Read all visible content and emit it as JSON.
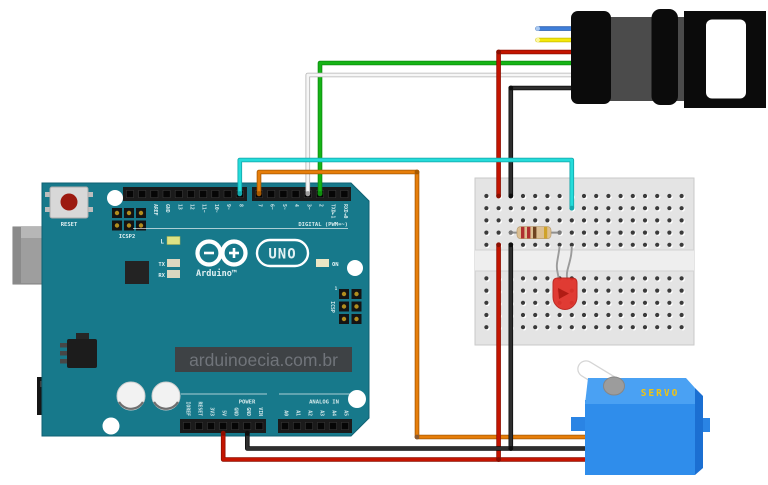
{
  "colors": {
    "board_teal": "#17798b",
    "breadboard_gray": "#e4e4e4",
    "servo_blue": "#2f8deb",
    "led_red": "#e0322a",
    "wire_red": "#c41400",
    "wire_black": "#2e2e2e",
    "wire_green": "#15b415",
    "wire_cyan": "#25dcda",
    "wire_orange": "#e67e0a",
    "wire_white": "#f6f6f6",
    "wire_blue": "#3f7fd9",
    "wire_yellow": "#f4e80a"
  },
  "arduino": {
    "watermark": "arduinoecia.com.br",
    "brand": "Arduino™",
    "model": "UNO",
    "reset_label": "RESET",
    "icsp2_label": "ICSP2",
    "icsp_label": "ICSP",
    "icsp_pin1_label": "1",
    "led_l": "L",
    "led_tx": "TX",
    "led_rx": "RX",
    "led_on": "ON",
    "digital_section_label": "DIGITAL (PWM=~)",
    "power_section_label": "POWER",
    "analog_section_label": "ANALOG IN",
    "digital_pins_left": [
      "",
      "",
      "AREF",
      "GND",
      "13",
      "12",
      "11~",
      "10~",
      "9~",
      "8"
    ],
    "digital_pins_right": [
      "7",
      "6~",
      "5~",
      "4",
      "3~",
      "2",
      "TXD►1",
      "RXD◄0"
    ],
    "power_pins": [
      "IOREF",
      "RESET",
      "3V3",
      "5V",
      "GND",
      "GND",
      "VIN"
    ],
    "analog_pins": [
      "A0",
      "A1",
      "A2",
      "A3",
      "A4",
      "A5"
    ]
  },
  "servo": {
    "label": "SERVO"
  },
  "fingerprint_sensor": {
    "description": "black sensor module with white window",
    "unused_wires": [
      "blue",
      "yellow"
    ]
  },
  "breadboard": {
    "led_color": "red",
    "resistor_bands": [
      "red",
      "red",
      "brown",
      "gold"
    ]
  },
  "connections": [
    {
      "color": "green",
      "from": "Arduino pin 2",
      "to": "sensor green wire"
    },
    {
      "color": "white",
      "from": "Arduino pin 3",
      "to": "sensor white wire"
    },
    {
      "color": "cyan",
      "from": "Arduino pin 8",
      "to": "breadboard LED via resistor"
    },
    {
      "color": "orange",
      "from": "Arduino pin 7",
      "to": "servo signal"
    },
    {
      "color": "red",
      "from": "Arduino 5V",
      "to": "servo power and sensor red wire"
    },
    {
      "color": "black",
      "from": "Arduino GND",
      "to": "servo ground and sensor black wire"
    }
  ]
}
